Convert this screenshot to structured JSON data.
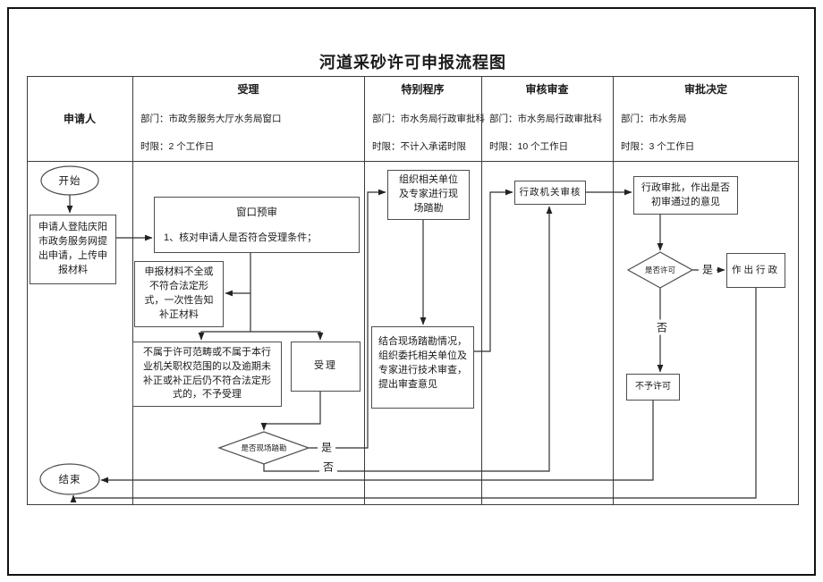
{
  "page": {
    "title": "河道采砂许可申报流程图"
  },
  "colors": {
    "line": "#3c3c3c",
    "box_border": "#4d4d4d",
    "text": "#1a1a1a",
    "page_bg": "#ffffff"
  },
  "table": {
    "applicant": "申请人",
    "columns": [
      {
        "title": "受理",
        "dept": "部门：市政务服务大厅水务局窗口",
        "limit": "时限：2 个工作日"
      },
      {
        "title": "特别程序",
        "dept": "部门：市水务局行政审批科",
        "limit": "时限：不计入承诺时限"
      },
      {
        "title": "审核审查",
        "dept": "部门：市水务局行政审批科",
        "limit": "时限：10 个工作日"
      },
      {
        "title": "审批决定",
        "dept": "部门：市水务局",
        "limit": "时限：3 个工作日"
      }
    ]
  },
  "flow": {
    "start": "开始",
    "end": "结束",
    "apply": "申请人登陆庆阳市政务服务网提出申请，上传申报材料",
    "pre_review_title": "窗口预审",
    "pre_review_item": "1、核对申请人是否符合受理条件；",
    "incomplete": "申报材料不全或不符合法定形式，一次性告知补正材料",
    "reject": "不属于许可范畴或不属于本行业机关职权范围的以及逾期未补正或补正后仍不符合法定形式的，不予受理",
    "accept": "受理",
    "survey_q": "是否现场踏勘",
    "organize_survey": "组织相关单位及专家进行现场踏勘",
    "tech_review": "结合现场踏勘情况，组织委托相关单位及专家进行技术审查，提出审查意见",
    "admin_review": "行政机关审核",
    "admin_approve": "行政审批，作出是否初审通过的意见",
    "permit_q": "是否许可",
    "grant": "作出行政",
    "deny": "不予许可",
    "yes": "是",
    "no": "否"
  }
}
